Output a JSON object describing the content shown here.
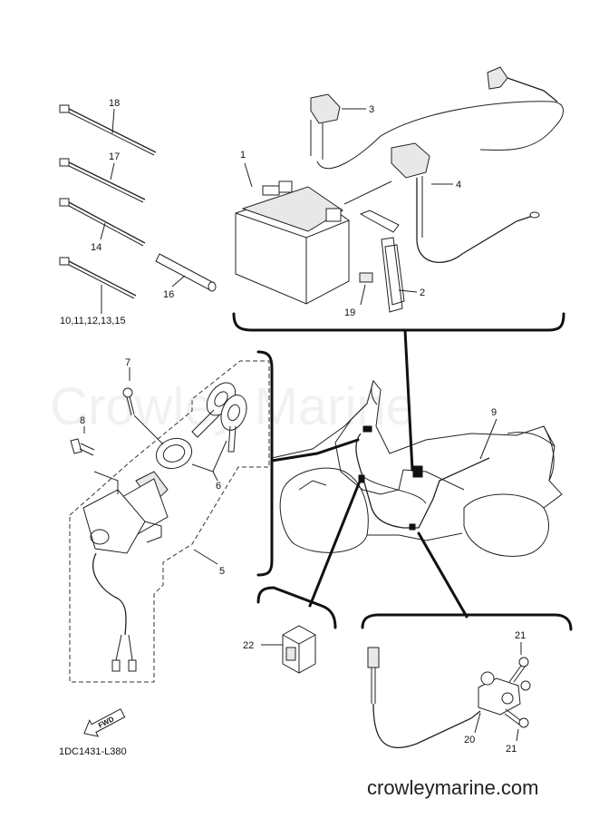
{
  "watermark": "Crowley Marine",
  "footer": "crowleymarine.com",
  "drawing_code": "1DC1431-L380",
  "fwd_label": "FWD",
  "callouts": {
    "c1": "1",
    "c2": "2",
    "c3": "3",
    "c4": "4",
    "c5": "5",
    "c6": "6",
    "c7": "7",
    "c8": "8",
    "c9": "9",
    "c14": "14",
    "c16": "16",
    "c17": "17",
    "c18": "18",
    "c19": "19",
    "c20": "20",
    "c21a": "21",
    "c21b": "21",
    "c22": "22",
    "c10_15": "10,11,12,13,15"
  },
  "colors": {
    "line": "#222222",
    "background": "#ffffff"
  }
}
